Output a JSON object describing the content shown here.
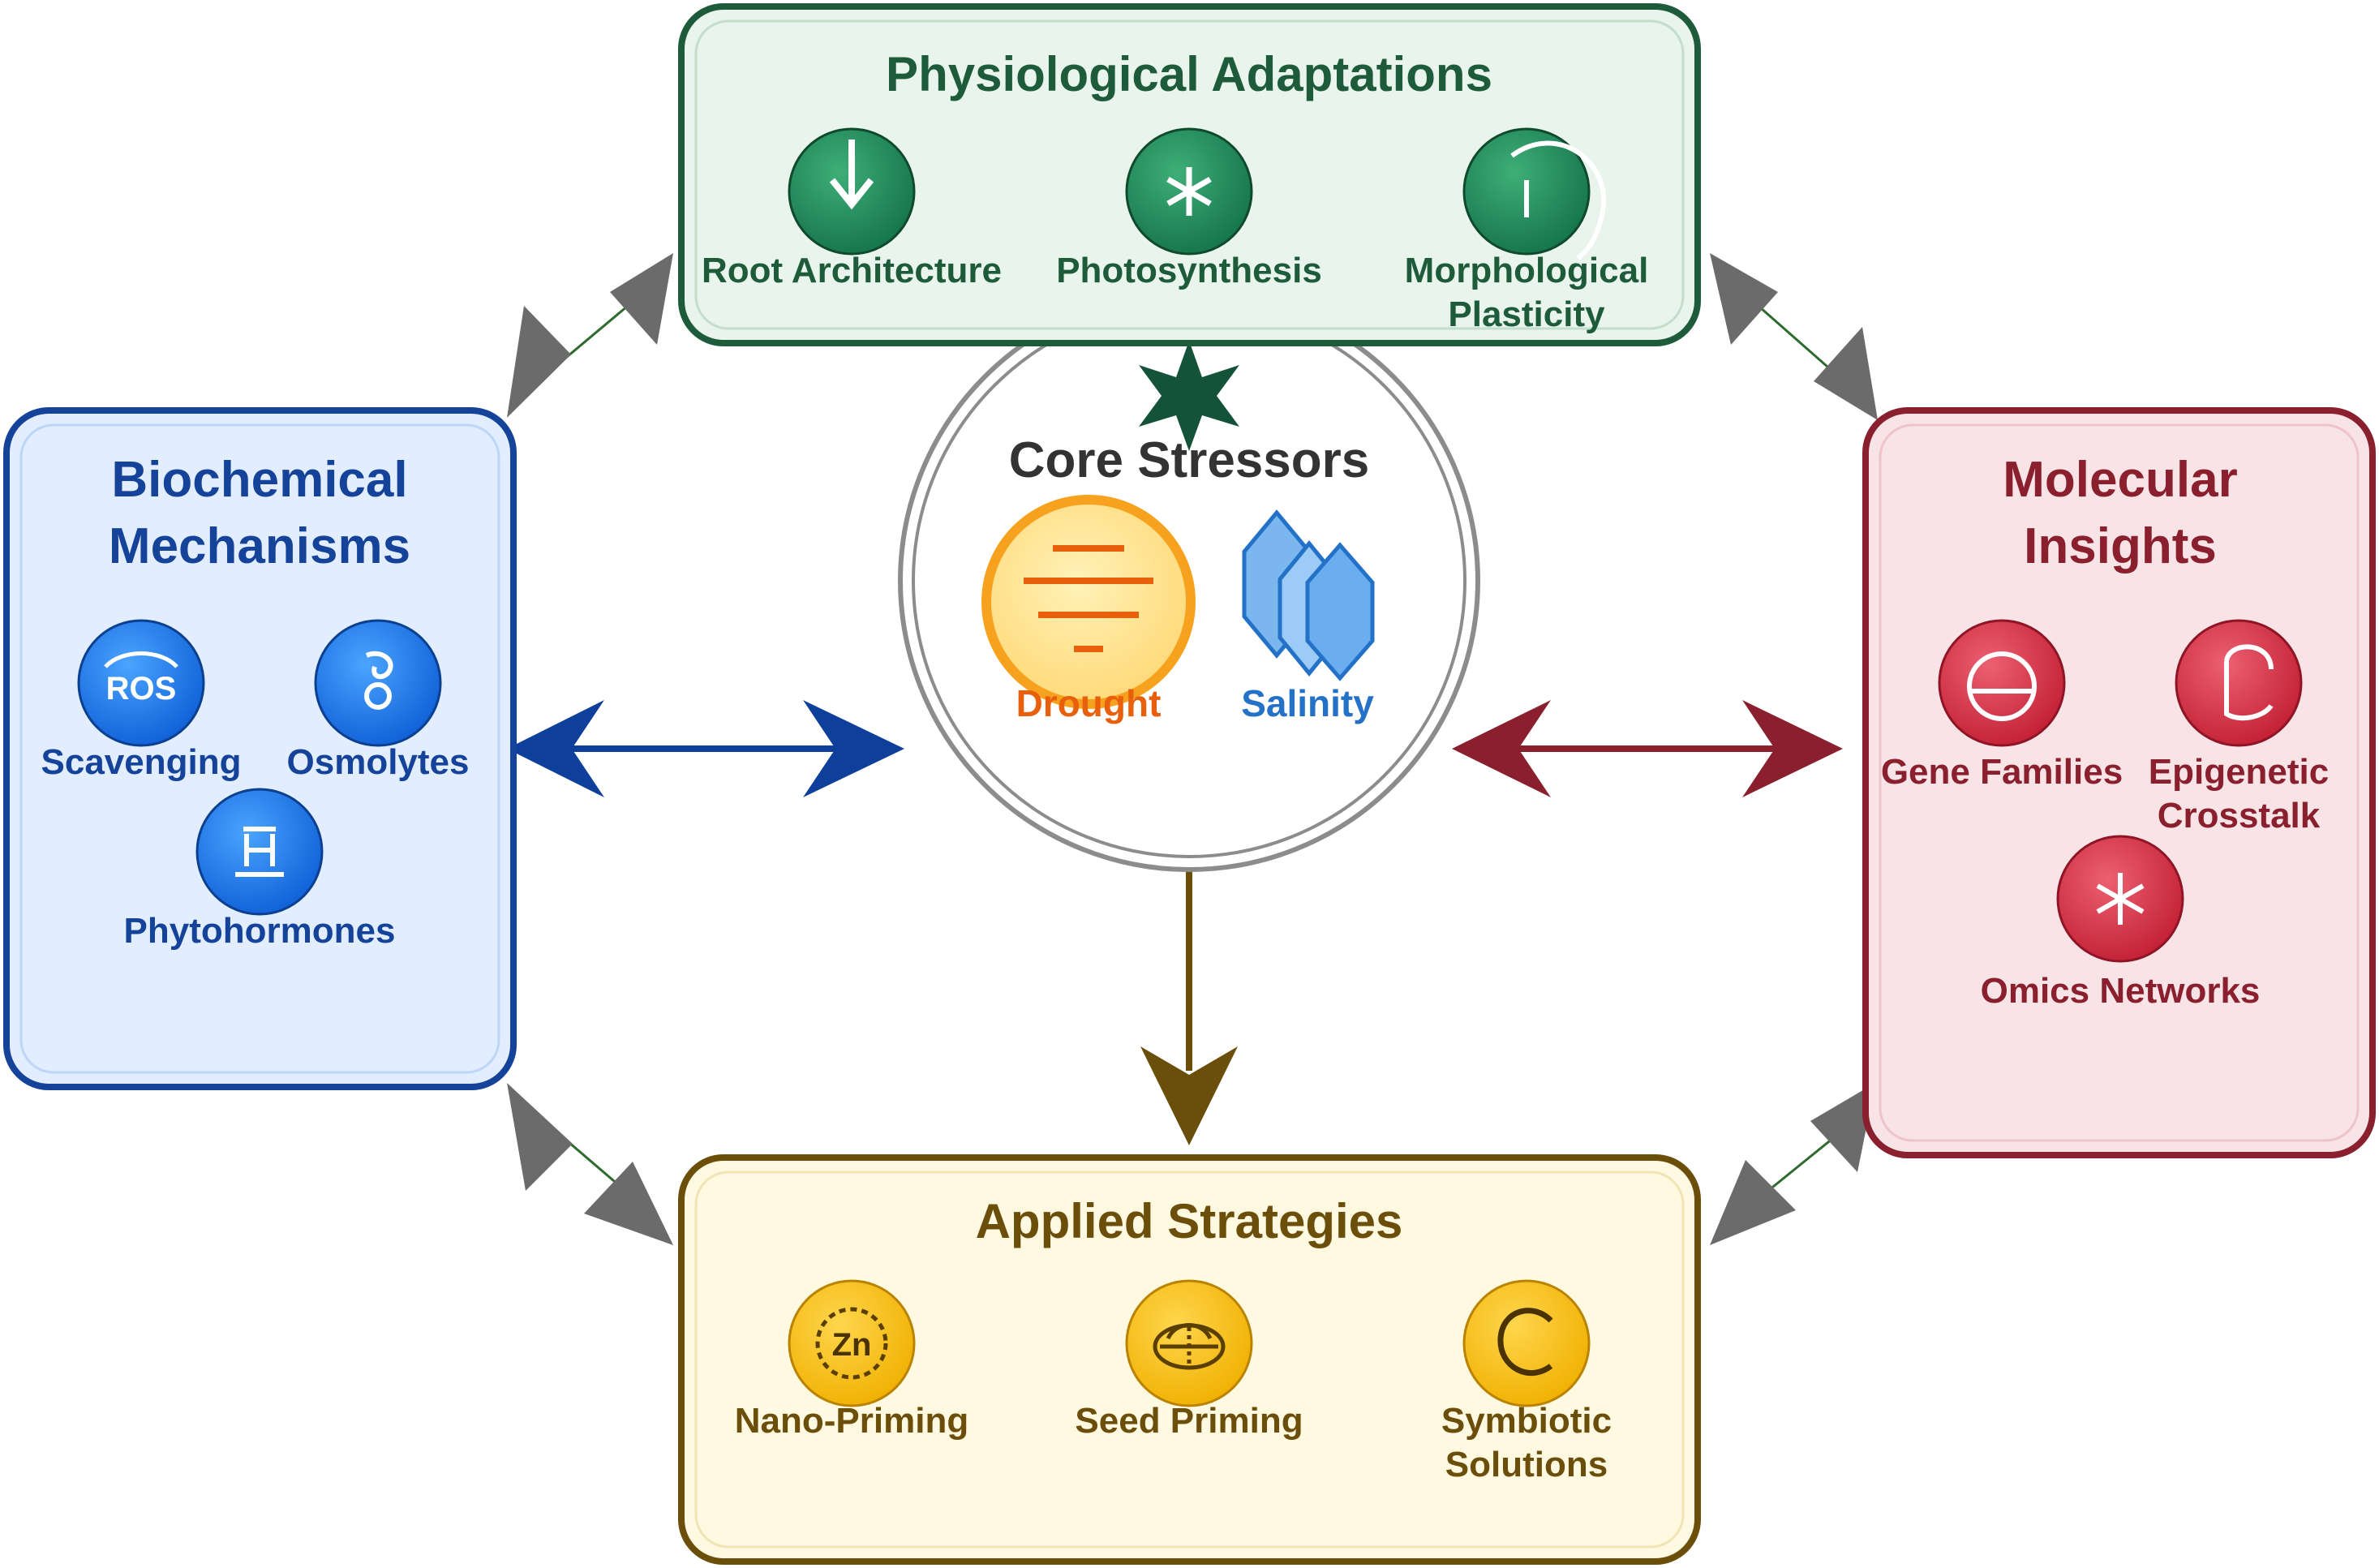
{
  "core": {
    "title": "Core Stressors",
    "drought_label": "Drought",
    "salinity_label": "Salinity"
  },
  "physiological": {
    "title": "Physiological Adaptations",
    "items": [
      {
        "label": "Root Architecture",
        "icon": "down-arrow-icon"
      },
      {
        "label": "Photosynthesis",
        "icon": "asterisk-icon"
      },
      {
        "label_line1": "Morphological",
        "label_line2": "Plasticity",
        "icon": "arc-icon"
      }
    ]
  },
  "biochemical": {
    "title_line1": "Biochemical",
    "title_line2": "Mechanisms",
    "items": [
      {
        "label": "Scavenging",
        "icon_text": "ROS"
      },
      {
        "label": "Osmolytes",
        "icon": "osmolyte-icon"
      },
      {
        "label": "Phytohormones",
        "icon": "hormone-icon"
      }
    ]
  },
  "molecular": {
    "title_line1": "Molecular",
    "title_line2": "Insights",
    "items": [
      {
        "label": "Gene Families",
        "icon": "gene-icon"
      },
      {
        "label_line1": "Epigenetic",
        "label_line2": "Crosstalk",
        "icon": "epigenetic-icon"
      },
      {
        "label": "Omics Networks",
        "icon": "network-icon"
      }
    ]
  },
  "applied": {
    "title": "Applied Strategies",
    "items": [
      {
        "label": "Nano-Priming",
        "icon_text": "Zn"
      },
      {
        "label": "Seed Priming",
        "icon": "seed-icon"
      },
      {
        "label_line1": "Symbiotic",
        "label_line2": "Solutions",
        "icon": "symbiont-icon"
      }
    ]
  },
  "colors": {
    "green": "#1e6b47",
    "blue": "#1d4fa3",
    "red": "#8a1f2e",
    "brown": "#6b4e0a",
    "gray": "#6b6b6b",
    "drought": "#e8600c",
    "salinity": "#2472c8"
  }
}
